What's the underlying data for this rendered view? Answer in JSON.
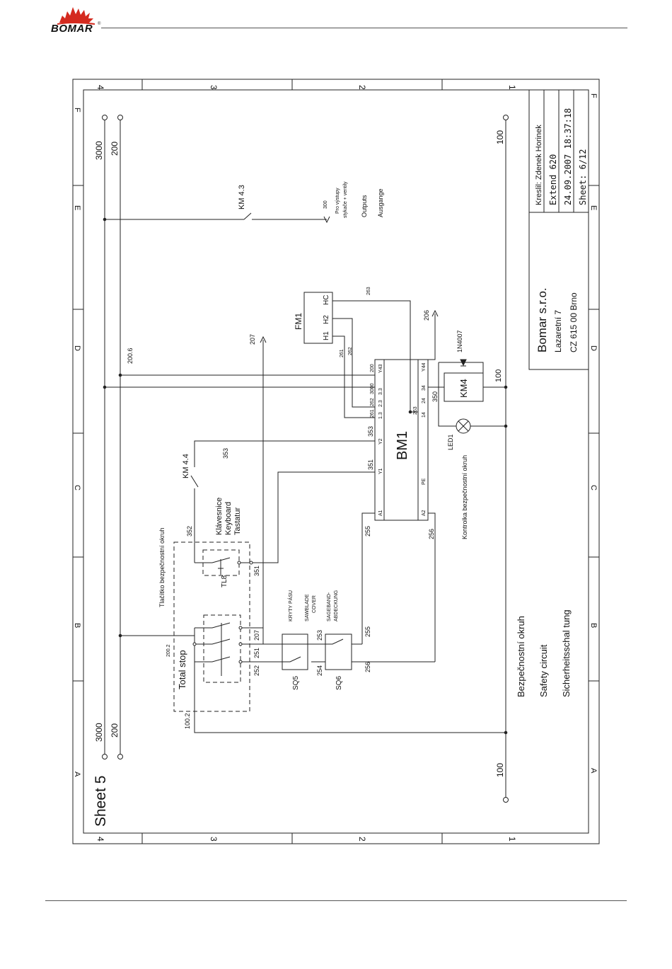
{
  "header": {
    "brand": "BOMAR",
    "reg_mark": "®"
  },
  "frame": {
    "ruler_numbers": [
      "4",
      "3",
      "2",
      "1"
    ],
    "ruler_letters": [
      "A",
      "B",
      "C",
      "D",
      "E",
      "F"
    ]
  },
  "sheet_label": "Sheet 5",
  "rails": {
    "top": "3000",
    "bottom": "200",
    "neutral": "100",
    "tap_200": "200.6",
    "tap_100": "100.2",
    "tap_200b": "200.2"
  },
  "km43": {
    "label": "KM 4.3",
    "wire": "300",
    "note1": "Pro výstupy",
    "note2": "stykače + ventily",
    "out_en": "Outputs",
    "out_de": "Ausgange"
  },
  "fm1": {
    "label": "FM1",
    "pins": [
      "H1",
      "H2",
      "HC"
    ],
    "wires": [
      "261",
      "262",
      "263"
    ]
  },
  "bm1": {
    "label": "BM1",
    "top_pins": [
      "A1",
      "Y1",
      "Y2",
      "1.3",
      "2.3",
      "3.3",
      "Y43"
    ],
    "pe": "PE",
    "right_pins": [
      "14",
      "24",
      "34",
      "Y44"
    ],
    "a2": "A2",
    "wires_in": [
      "261",
      "262",
      "3000",
      "200"
    ],
    "right_wires": [
      "263"
    ]
  },
  "wires": {
    "w207": "207",
    "w206": "206",
    "w353": "353",
    "w351": "351",
    "w352": "352",
    "w255": "255",
    "w256": "256",
    "w251": "251",
    "w252": "252",
    "w253": "253",
    "w254": "254",
    "w350": "350",
    "w100": "100",
    "w207b": "207"
  },
  "km44": {
    "label": "KM 4.4"
  },
  "keyboard": {
    "cz": "Klávesnice",
    "en": "Keyboard",
    "de": "Tastatur",
    "tag": "TL8"
  },
  "circuit_button": {
    "title": "Tlačítko bezpečnostní okruh"
  },
  "total_stop": {
    "label": "Total stop"
  },
  "covers": {
    "cz": "KRYTY PÁSU",
    "en1": "SAWBLADE",
    "en2": "COVER",
    "de1": "SAGEBAND-",
    "de2": "ABDECKUNG",
    "sq5": "SQ5",
    "sq6": "SQ6"
  },
  "led": {
    "label": "LED1",
    "desc": "Kontrolka bezpečnostní okruh"
  },
  "km4": {
    "label": "KM4",
    "diode": "1N4007"
  },
  "circuit_title": {
    "cz": "Bezpečnostní okruh",
    "en": "Safety circuit",
    "de": "Sicherheitsschal tung"
  },
  "company": {
    "name": "Bomar s.r.o.",
    "street": "Lazaretní 7",
    "city": "CZ 615 00  Brno"
  },
  "title_block": {
    "drawn_by": "Kreslil: Zdenek Horinek",
    "project": "Extend 620",
    "datetime": "24.09.2007 18:37:18",
    "sheet": "Sheet: 6/12"
  }
}
